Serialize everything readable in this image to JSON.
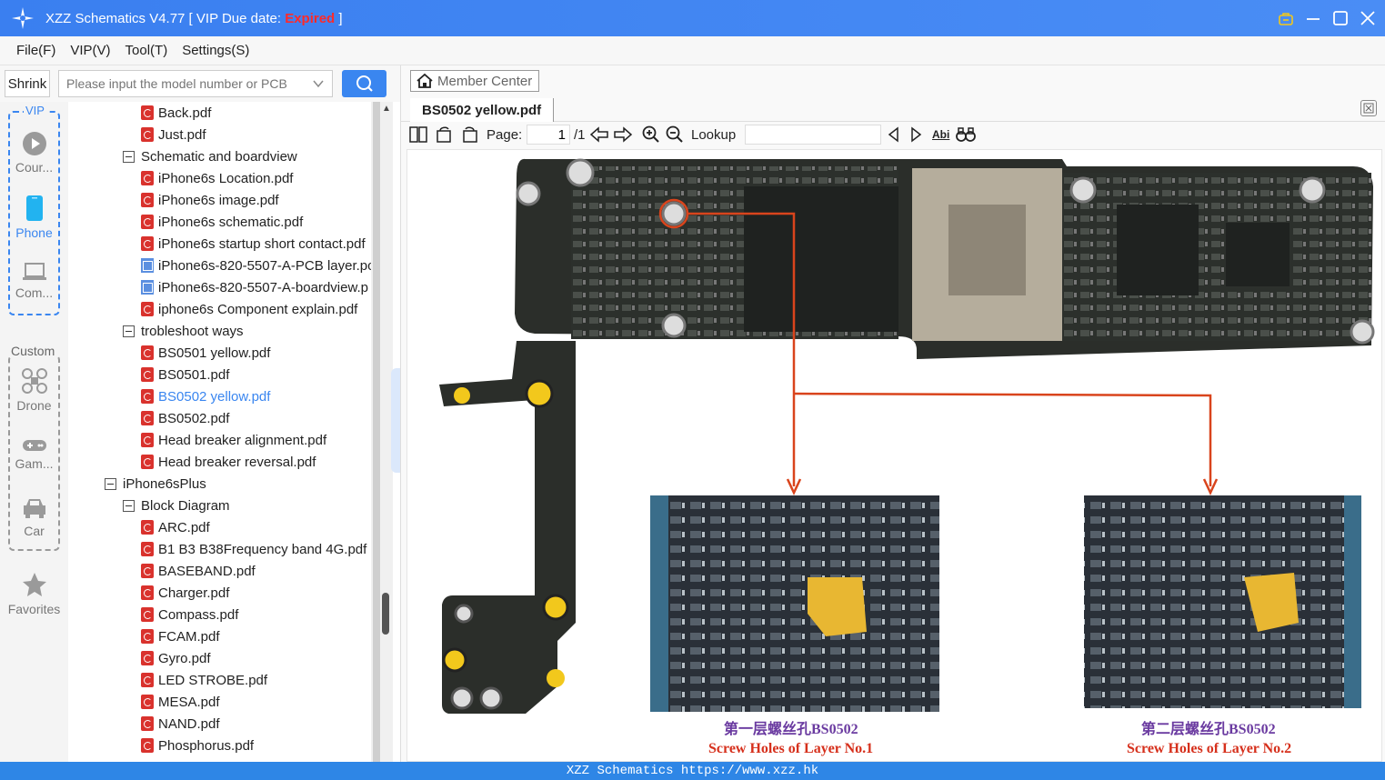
{
  "window": {
    "app_title": "XZZ Schematics V4.77 [ VIP Due date: ",
    "expired": "Expired",
    "title_end": " ]"
  },
  "menu": [
    "File(F)",
    "VIP(V)",
    "Tool(T)",
    "Settings(S)"
  ],
  "toolbar": {
    "shrink_label": "Shrink",
    "search_placeholder": "Please input the model number or PCB"
  },
  "sidenav": {
    "vip_label": "VIP",
    "custom_label": "Custom",
    "items": [
      {
        "label": "Cour...",
        "icon": "play-icon"
      },
      {
        "label": "Phone",
        "icon": "phone-icon"
      },
      {
        "label": "Com...",
        "icon": "laptop-icon"
      },
      {
        "label": "Drone",
        "icon": "drone-icon"
      },
      {
        "label": "Gam...",
        "icon": "gamepad-icon"
      },
      {
        "label": "Car",
        "icon": "car-icon"
      },
      {
        "label": "Favorites",
        "icon": "star-icon"
      }
    ]
  },
  "tree": [
    {
      "label": "Back.pdf",
      "type": "pdf",
      "level": 2
    },
    {
      "label": "Just.pdf",
      "type": "pdf",
      "level": 2
    },
    {
      "label": "Schematic and boardview",
      "type": "folder",
      "level": 1
    },
    {
      "label": "iPhone6s Location.pdf",
      "type": "pdf",
      "level": 2
    },
    {
      "label": "iPhone6s image.pdf",
      "type": "pdf",
      "level": 2
    },
    {
      "label": "iPhone6s schematic.pdf",
      "type": "pdf",
      "level": 2
    },
    {
      "label": "iPhone6s startup short contact.pdf",
      "type": "pdf",
      "level": 2
    },
    {
      "label": "iPhone6s-820-5507-A-PCB layer.pc",
      "type": "pcb",
      "level": 2
    },
    {
      "label": "iPhone6s-820-5507-A-boardview.p",
      "type": "pcb",
      "level": 2
    },
    {
      "label": "iphone6s Component explain.pdf",
      "type": "pdf",
      "level": 2
    },
    {
      "label": "trobleshoot ways",
      "type": "folder",
      "level": 1
    },
    {
      "label": "BS0501 yellow.pdf",
      "type": "pdf",
      "level": 2
    },
    {
      "label": "BS0501.pdf",
      "type": "pdf",
      "level": 2
    },
    {
      "label": "BS0502 yellow.pdf",
      "type": "pdf",
      "level": 2,
      "selected": true
    },
    {
      "label": "BS0502.pdf",
      "type": "pdf",
      "level": 2
    },
    {
      "label": "Head breaker alignment.pdf",
      "type": "pdf",
      "level": 2
    },
    {
      "label": "Head breaker reversal.pdf",
      "type": "pdf",
      "level": 2
    },
    {
      "label": "iPhone6sPlus",
      "type": "folder",
      "level": 0
    },
    {
      "label": "Block Diagram",
      "type": "folder",
      "level": 1
    },
    {
      "label": "ARC.pdf",
      "type": "pdf",
      "level": 2
    },
    {
      "label": "B1 B3 B38Frequency band 4G.pdf",
      "type": "pdf",
      "level": 2
    },
    {
      "label": "BASEBAND.pdf",
      "type": "pdf",
      "level": 2
    },
    {
      "label": "Charger.pdf",
      "type": "pdf",
      "level": 2
    },
    {
      "label": "Compass.pdf",
      "type": "pdf",
      "level": 2
    },
    {
      "label": "FCAM.pdf",
      "type": "pdf",
      "level": 2
    },
    {
      "label": "Gyro.pdf",
      "type": "pdf",
      "level": 2
    },
    {
      "label": "LED STROBE.pdf",
      "type": "pdf",
      "level": 2
    },
    {
      "label": "MESA.pdf",
      "type": "pdf",
      "level": 2
    },
    {
      "label": "NAND.pdf",
      "type": "pdf",
      "level": 2
    },
    {
      "label": "Phosphorus.pdf",
      "type": "pdf",
      "level": 2
    }
  ],
  "doc": {
    "member_center": "Member Center",
    "tab_name": "BS0502 yellow.pdf",
    "page_label": "Page:",
    "page_current": "1",
    "page_total": "/1",
    "lookup_label": "Lookup",
    "abi_label": "Abi",
    "caption1_cn": "第一层螺丝孔BS0502",
    "caption1_en": "Screw Holes of Layer No.1",
    "caption2_cn": "第二层螺丝孔BS0502",
    "caption2_en": "Screw Holes of Layer No.2"
  },
  "status": {
    "text": "XZZ Schematics https://www.xzz.hk"
  },
  "colors": {
    "accent": "#3a86f0",
    "expired": "#ff2a2a",
    "pcb": "#2b2e2a",
    "arrow": "#d9441c",
    "pad": "#f2c81c"
  }
}
